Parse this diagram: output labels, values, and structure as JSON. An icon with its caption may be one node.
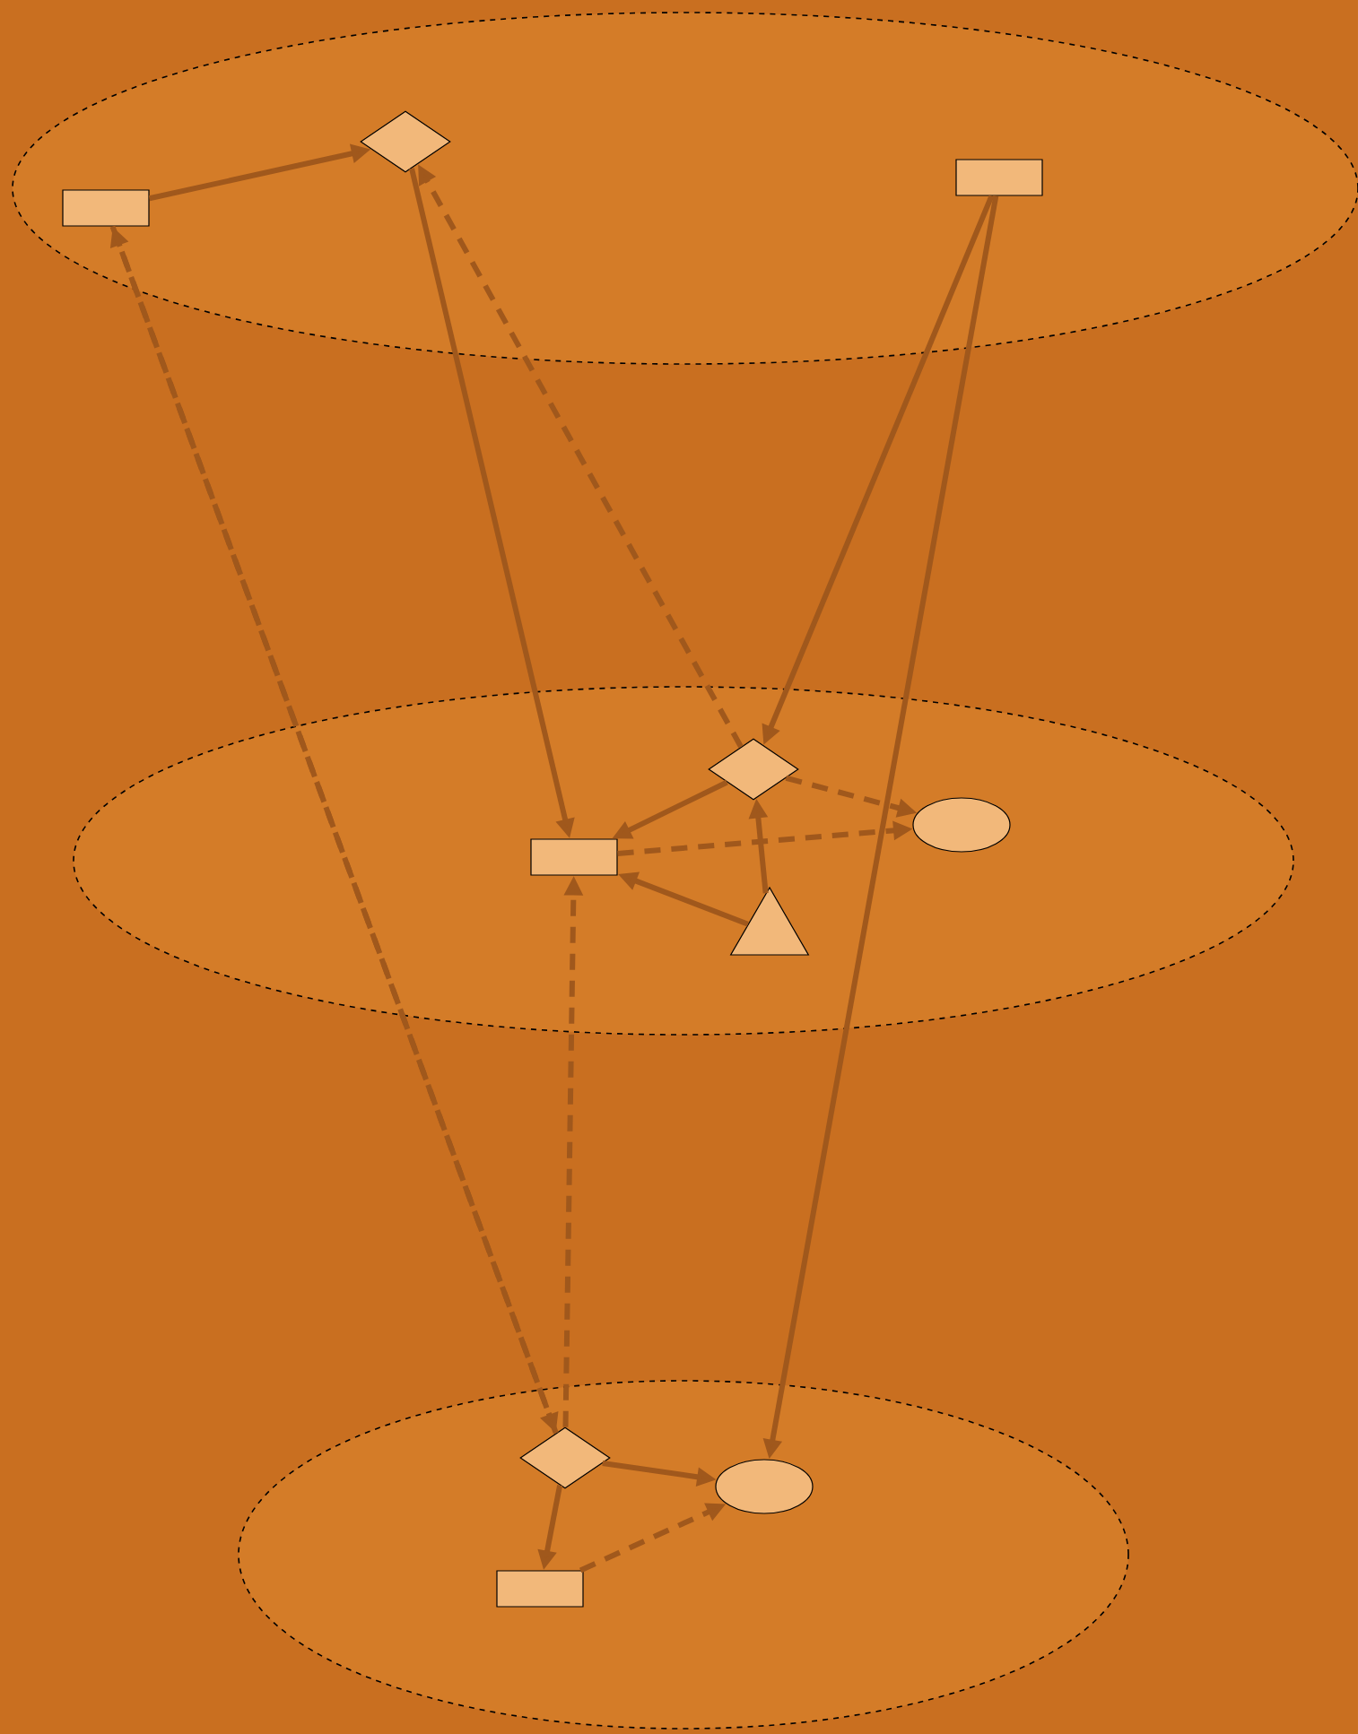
{
  "diagram": {
    "nodes": [
      {
        "text": [],
        "shape": "ellipse"
      },
      {
        "text": [],
        "shape": "box",
        "in": 0
      },
      {
        "text": [],
        "shape": "diamond",
        "in": 0
      },
      {
        "text": [],
        "shape": "box",
        "in": 0
      },
      {
        "text": [],
        "shape": "ellipse"
      },
      {
        "text": [],
        "shape": "box",
        "in": 4
      },
      {
        "text": [],
        "shape": "diamond",
        "in": 4
      },
      {
        "text": [],
        "shape": "ellipse",
        "in": 4
      },
      {
        "text": [],
        "shape": "triangle",
        "in": 4
      },
      {
        "text": [],
        "shape": "ellipse"
      },
      {
        "text": [],
        "shape": "diamond",
        "in": 9
      },
      {
        "text": [],
        "shape": "ellipse",
        "in": 9
      },
      {
        "text": [],
        "shape": "box",
        "in": 9
      }
    ],
    "edges": [
      {
        "from": 1,
        "to": 2,
        "arrow": "to"
      },
      {
        "from": 2,
        "to": 5,
        "arrow": "to"
      },
      {
        "from": 6,
        "to": 2,
        "arrow": "to",
        "style": "dashed"
      },
      {
        "from": 3,
        "to": 6,
        "arrow": "to"
      },
      {
        "from": 3,
        "to": 11,
        "arrow": "to"
      },
      {
        "from": 10,
        "to": 1,
        "arrow": "to",
        "style": "dashed"
      },
      {
        "from": 1,
        "to": 10,
        "arrow": "to",
        "style": "dashed"
      },
      {
        "from": 10,
        "to": 5,
        "arrow": "to",
        "style": "dashed"
      },
      {
        "from": 6,
        "to": 5,
        "arrow": "to"
      },
      {
        "from": 6,
        "to": 7,
        "arrow": "to",
        "style": "dashed"
      },
      {
        "from": 5,
        "to": 7,
        "arrow": "to",
        "style": "dashed"
      },
      {
        "from": 8,
        "to": 5,
        "arrow": "to"
      },
      {
        "from": 8,
        "to": 6,
        "arrow": "to"
      },
      {
        "from": 10,
        "to": 11,
        "arrow": "to"
      },
      {
        "from": 10,
        "to": 12,
        "arrow": "to"
      },
      {
        "from": 12,
        "to": 11,
        "arrow": "to",
        "style": "dashed"
      }
    ]
  }
}
